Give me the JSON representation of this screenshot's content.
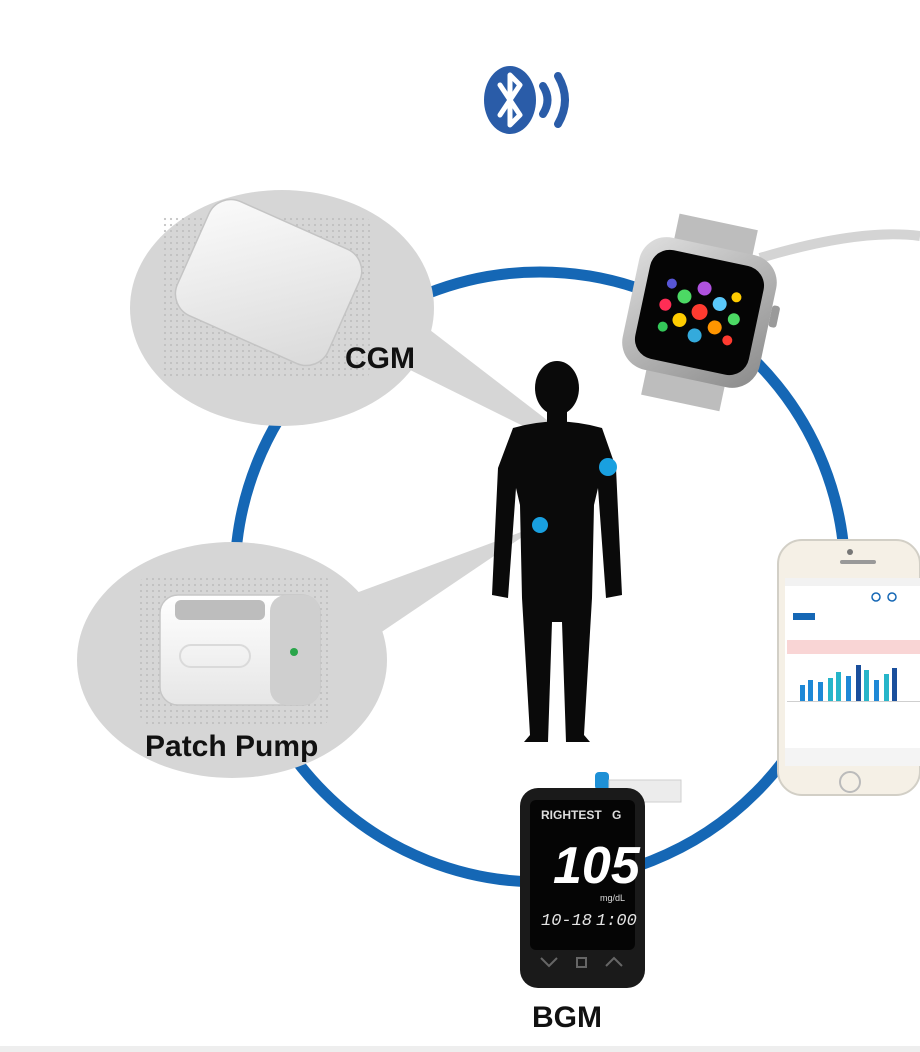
{
  "labels": {
    "cgm": "CGM",
    "patch_pump": "Patch Pump",
    "bgm": "BGM"
  },
  "bgm_device": {
    "brand": "RIGHTEST",
    "model": "G",
    "reading": "105",
    "unit": "mg/dL",
    "date": "10-18",
    "time": "1:00"
  },
  "colors": {
    "ring": "#1567b5",
    "bluetooth": "#2a5ca8",
    "bubble": "#d6d6d6",
    "sensor_dot": "#19a0e0",
    "silhouette": "#0a0a0a"
  },
  "icons": {
    "bluetooth": "bluetooth-icon",
    "signal": "signal-waves-icon"
  }
}
